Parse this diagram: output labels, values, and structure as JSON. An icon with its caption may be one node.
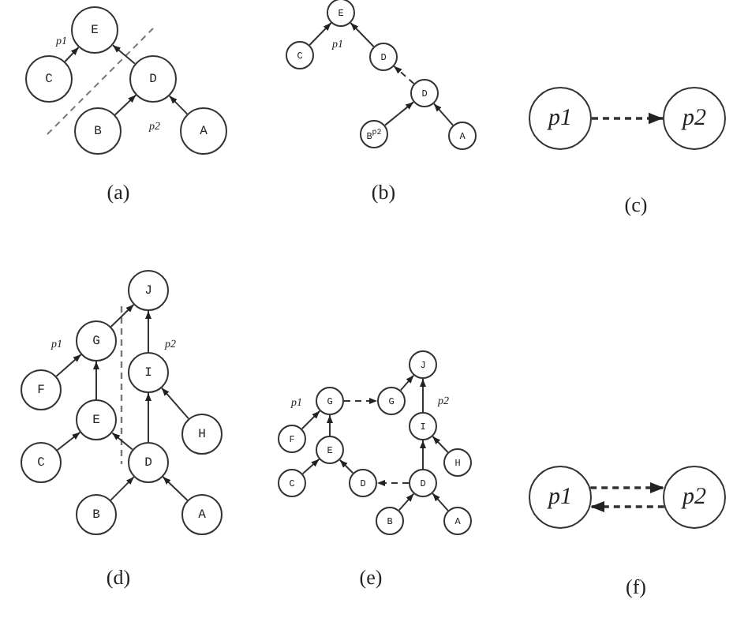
{
  "diagram": {
    "nodes": [
      {
        "text": [
          "E"
        ]
      },
      {
        "text": [
          "C"
        ]
      },
      {
        "text": [
          "D"
        ]
      },
      {
        "text": [
          "B"
        ]
      },
      {
        "text": [
          "A"
        ]
      },
      {
        "text": [
          "E"
        ]
      },
      {
        "text": [
          "C"
        ]
      },
      {
        "text": [
          "D"
        ]
      },
      {
        "text": [
          "D"
        ]
      },
      {
        "text": [
          "B$^{p2}$"
        ]
      },
      {
        "text": [
          "A"
        ]
      },
      {
        "text": [
          "p1"
        ]
      },
      {
        "text": [
          "p2"
        ]
      },
      {
        "text": [
          "J"
        ]
      },
      {
        "text": [
          "G"
        ]
      },
      {
        "text": [
          "I"
        ]
      },
      {
        "text": [
          "F"
        ]
      },
      {
        "text": [
          "E"
        ]
      },
      {
        "text": [
          "H"
        ]
      },
      {
        "text": [
          "C"
        ]
      },
      {
        "text": [
          "D"
        ]
      },
      {
        "text": [
          "B"
        ]
      },
      {
        "text": [
          "A"
        ]
      },
      {
        "text": [
          "J"
        ]
      },
      {
        "text": [
          "G"
        ]
      },
      {
        "text": [
          "G"
        ]
      },
      {
        "text": [
          "I"
        ]
      },
      {
        "text": [
          "F"
        ]
      },
      {
        "text": [
          "E"
        ]
      },
      {
        "text": [
          "H"
        ]
      },
      {
        "text": [
          "C"
        ]
      },
      {
        "text": [
          "D"
        ]
      },
      {
        "text": [
          "D"
        ]
      },
      {
        "text": [
          "B"
        ]
      },
      {
        "text": [
          "A"
        ]
      },
      {
        "text": [
          "p1"
        ]
      },
      {
        "text": [
          "p2"
        ]
      }
    ],
    "edges": [
      {
        "from": 1,
        "to": 0,
        "arrow": "to"
      },
      {
        "from": 2,
        "to": 0,
        "arrow": "to"
      },
      {
        "from": 3,
        "to": 2,
        "arrow": "to"
      },
      {
        "from": 4,
        "to": 2,
        "arrow": "to"
      },
      {
        "from": 6,
        "to": 5,
        "arrow": "to"
      },
      {
        "from": 7,
        "to": 5,
        "arrow": "to"
      },
      {
        "from": 8,
        "to": 7,
        "arrow": "to",
        "style": "dashed"
      },
      {
        "from": 9,
        "to": 8,
        "arrow": "to"
      },
      {
        "from": 10,
        "to": 8,
        "arrow": "to"
      },
      {
        "from": 11,
        "to": 12,
        "arrow": "to",
        "style": "dashed"
      },
      {
        "from": 14,
        "to": 13,
        "arrow": "to"
      },
      {
        "from": 15,
        "to": 13,
        "arrow": "to"
      },
      {
        "from": 16,
        "to": 14,
        "arrow": "to"
      },
      {
        "from": 17,
        "to": 14,
        "arrow": "to"
      },
      {
        "from": 18,
        "to": 15,
        "arrow": "to"
      },
      {
        "from": 20,
        "to": 15,
        "arrow": "to"
      },
      {
        "from": 19,
        "to": 17,
        "arrow": "to"
      },
      {
        "from": 20,
        "to": 17,
        "arrow": "to"
      },
      {
        "from": 21,
        "to": 20,
        "arrow": "to"
      },
      {
        "from": 22,
        "to": 20,
        "arrow": "to"
      },
      {
        "from": 24,
        "to": 25,
        "arrow": "to",
        "style": "dashed"
      },
      {
        "from": 25,
        "to": 23,
        "arrow": "to"
      },
      {
        "from": 26,
        "to": 23,
        "arrow": "to"
      },
      {
        "from": 27,
        "to": 24,
        "arrow": "to"
      },
      {
        "from": 28,
        "to": 24,
        "arrow": "to"
      },
      {
        "from": 30,
        "to": 28,
        "arrow": "to"
      },
      {
        "from": 31,
        "to": 28,
        "arrow": "to"
      },
      {
        "from": 32,
        "to": 31,
        "arrow": "to",
        "style": "dashed"
      },
      {
        "from": 29,
        "to": 26,
        "arrow": "to"
      },
      {
        "from": 32,
        "to": 26,
        "arrow": "to"
      },
      {
        "from": 33,
        "to": 32,
        "arrow": "to"
      },
      {
        "from": 34,
        "to": 32,
        "arrow": "to"
      },
      {
        "from": 35,
        "to": 36,
        "arrow": "to",
        "style": "dashed"
      },
      {
        "from": 36,
        "to": 35,
        "arrow": "to",
        "style": "dashed"
      }
    ],
    "labels": [
      "p1",
      "p2",
      "(a)",
      "p1",
      "(b)",
      "(c)",
      "p1",
      "p2",
      "(d)",
      "p1",
      "p2",
      "(e)",
      "(f)"
    ]
  }
}
